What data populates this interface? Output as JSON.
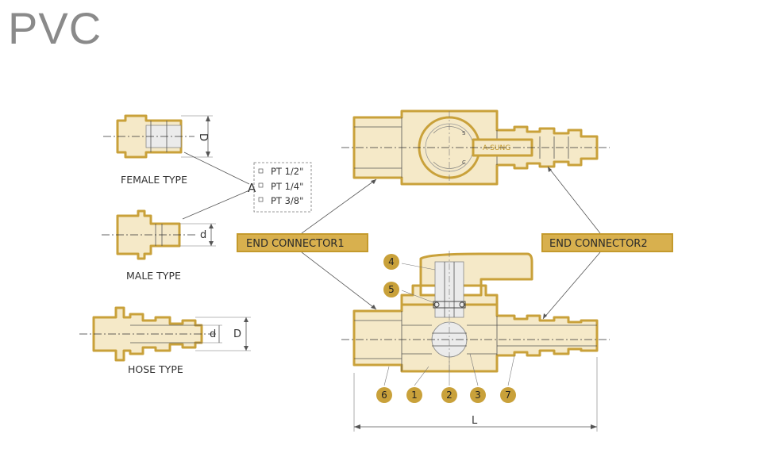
{
  "title": "PVC",
  "types": {
    "female": "FEMALE TYPE",
    "male": "MALE TYPE",
    "hose": "HOSE TYPE"
  },
  "dimension_labels": {
    "D": "D",
    "d": "d",
    "A": "A",
    "L": "L"
  },
  "thread_options": [
    "PT 1/2\"",
    "PT 1/4\"",
    "PT 3/8\""
  ],
  "connectors": {
    "left": "END CONNECTOR1",
    "right": "END CONNECTOR2"
  },
  "brand_mark": "A-SUNG",
  "handle_marks": {
    "s": "S",
    "c": "C"
  },
  "part_numbers": [
    "1",
    "2",
    "3",
    "4",
    "5",
    "6",
    "7"
  ],
  "colors": {
    "gold": "#c9a13a",
    "label_bar": "#c49a2c",
    "title_grey": "#8a8a8a"
  }
}
